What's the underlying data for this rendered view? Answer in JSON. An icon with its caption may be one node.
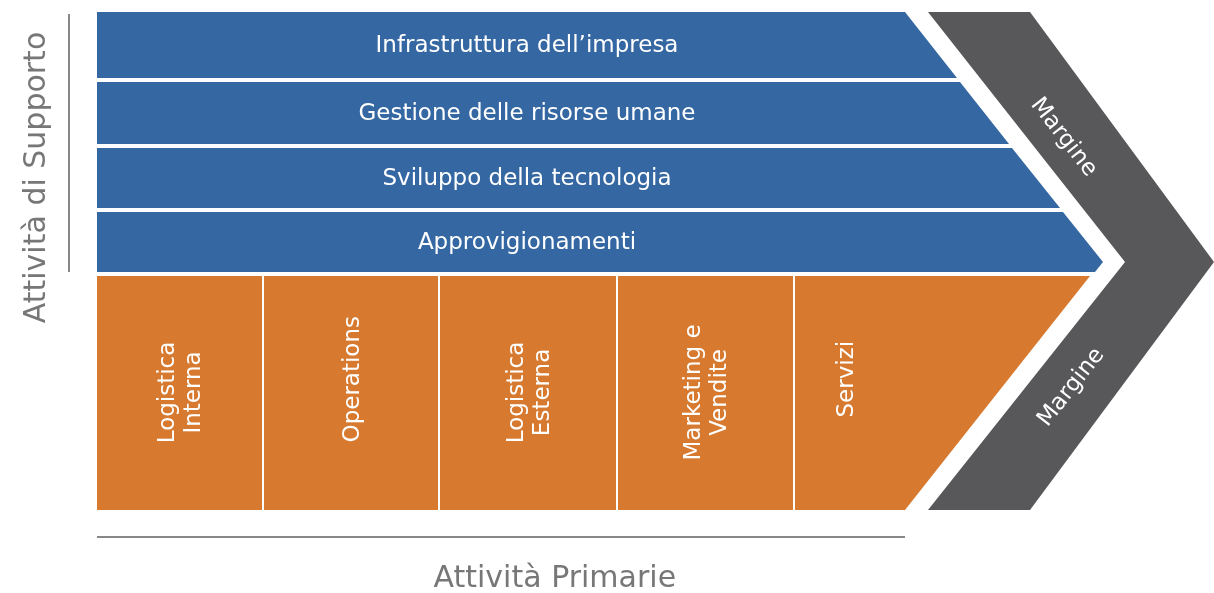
{
  "diagram": {
    "nodes": [
      {
        "text": [
          "Infrastruttura dell’impresa"
        ]
      },
      {
        "text": [
          "Gestione delle risorse umane"
        ]
      },
      {
        "text": [
          "Sviluppo della tecnologia"
        ]
      },
      {
        "text": [
          "Approvigionamenti"
        ]
      },
      {
        "text": [
          "Logistica Interna"
        ]
      },
      {
        "text": [
          "Operations"
        ]
      },
      {
        "text": [
          "Logistica Esterna"
        ]
      },
      {
        "text": [
          "Marketing e Vendite"
        ]
      },
      {
        "text": [
          "Servizi"
        ]
      },
      {
        "text": [
          "Margine",
          "Margine"
        ]
      }
    ],
    "edges": [],
    "labels": [
      "Attività di Supporto",
      "Attività Primarie"
    ]
  }
}
